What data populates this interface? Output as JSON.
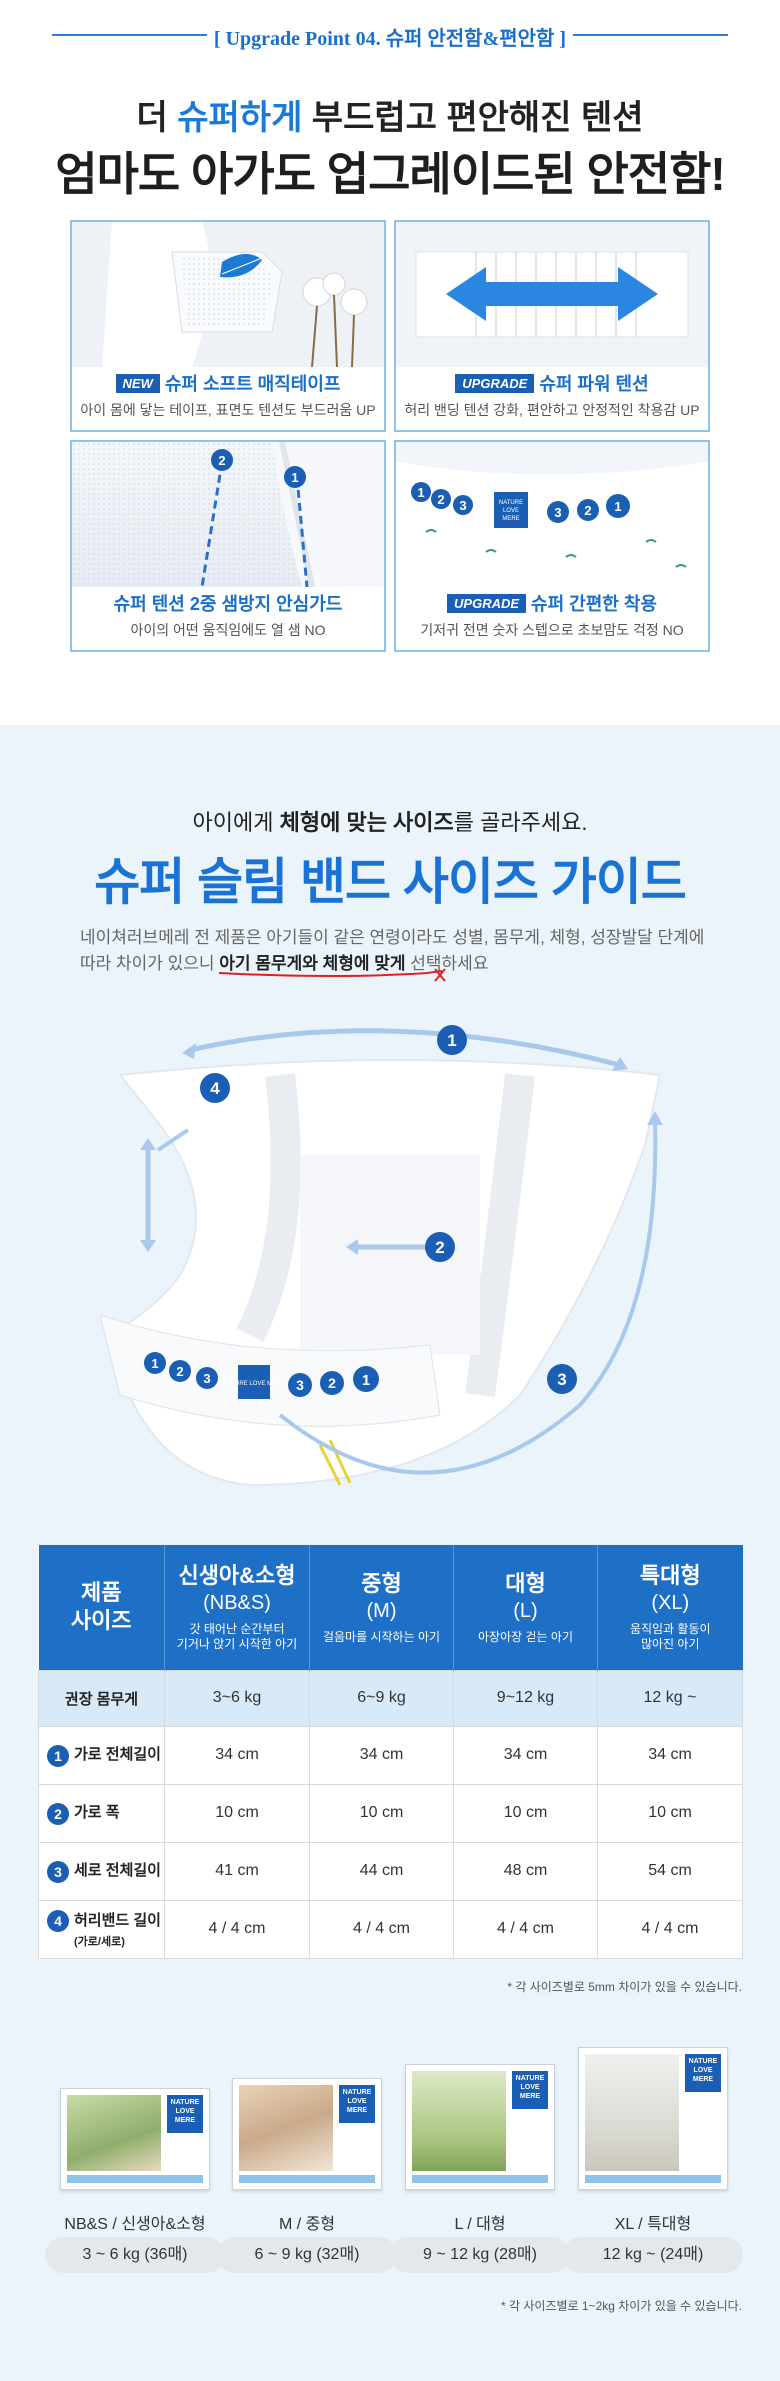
{
  "header": {
    "point_label": "[ Upgrade Point 04. 슈퍼 안전함&편안함 ]",
    "headline_pre": "더 ",
    "headline_accent": "슈퍼하게",
    "headline_post": " 부드럽고 편안해진 텐션",
    "headline_main": "엄마도 아가도 업그레이드된 안전함!"
  },
  "features": [
    {
      "badge": "NEW",
      "title": "슈퍼 소프트 매직테이프",
      "sub": "아이 몸에 닿는 테이프, 표면도 텐션도 부드러움 UP"
    },
    {
      "badge": "UPGRADE",
      "title": "슈퍼 파워 텐션",
      "sub": "허리 밴딩 텐션 강화, 편안하고 안정적인 착용감 UP"
    },
    {
      "badge": "",
      "title": "슈퍼 텐션 2중 샘방지 안심가드",
      "sub": "아이의 어떤 움직임에도 열 샘 NO"
    },
    {
      "badge": "UPGRADE",
      "title": "슈퍼 간편한 착용",
      "sub": "기저귀 전면 숫자 스텝으로 초보맘도 걱정 NO"
    }
  ],
  "guide": {
    "intro_pre": "아이에게 ",
    "intro_bold": "체형에 맞는 사이즈",
    "intro_post": "를 골라주세요.",
    "title": "슈퍼 슬림 밴드 사이즈 가이드",
    "desc_line1": "네이쳐러브메레 전 제품은 아기들이 같은 연령이라도 성별, 몸무게, 체형, 성장발달 단계에",
    "desc_line2_pre": "따라 차이가 있으니 ",
    "desc_line2_bold": "아기 몸무게와 체형에 맞게",
    "desc_line2_post": " 선택하세요",
    "diagram_numbers": [
      "1",
      "2",
      "3",
      "4"
    ],
    "diaper_step_numbers": [
      "1",
      "2",
      "3",
      "3",
      "2",
      "1"
    ],
    "logo_text": "NATURE LOVE MERE"
  },
  "table": {
    "corner_line1": "제품",
    "corner_line2": "사이즈",
    "columns": [
      {
        "name": "신생아&소형",
        "code": "(NB&S)",
        "desc_line1": "갓 태어난 순간부터",
        "desc_line2": "기거나 앉기 시작한 아기"
      },
      {
        "name": "중형",
        "code": "(M)",
        "desc_line1": "걸음마를 시작하는 아기",
        "desc_line2": ""
      },
      {
        "name": "대형",
        "code": "(L)",
        "desc_line1": "아장아장 걷는 아기",
        "desc_line2": ""
      },
      {
        "name": "특대형",
        "code": "(XL)",
        "desc_line1": "움직임과 활동이",
        "desc_line2": "많아진 아기"
      }
    ],
    "weight_label": "권장 몸무게",
    "weights": [
      "3~6 kg",
      "6~9 kg",
      "9~12 kg",
      "12 kg ~"
    ],
    "rows": [
      {
        "num": "1",
        "label": "가로 전체길이",
        "sub": "",
        "values": [
          "34 cm",
          "34 cm",
          "34 cm",
          "34 cm"
        ]
      },
      {
        "num": "2",
        "label": "가로 폭",
        "sub": "",
        "values": [
          "10 cm",
          "10 cm",
          "10 cm",
          "10 cm"
        ]
      },
      {
        "num": "3",
        "label": "세로 전체길이",
        "sub": "",
        "values": [
          "41 cm",
          "44 cm",
          "48 cm",
          "54 cm"
        ]
      },
      {
        "num": "4",
        "label": "허리밴드 길이",
        "sub": "(가로/세로)",
        "values": [
          "4 / 4 cm",
          "4 / 4 cm",
          "4 / 4 cm",
          "4 / 4 cm"
        ]
      }
    ],
    "note": "* 각 사이즈별로 5mm 차이가 있을 수 있습니다."
  },
  "products": [
    {
      "label": "NB&S / 신생아&소형",
      "pill": "3 ~ 6 kg (36매)"
    },
    {
      "label": "M / 중형",
      "pill": "6 ~ 9 kg (32매)"
    },
    {
      "label": "L / 대형",
      "pill": "9 ~ 12 kg (28매)"
    },
    {
      "label": "XL / 특대형",
      "pill": "12 kg ~ (24매)"
    }
  ],
  "products_note": "* 각 사이즈별로 1~2kg 차이가 있을 수 있습니다.",
  "colors": {
    "brand_blue": "#1a73d4",
    "table_header": "#1e6fc6",
    "light_bg": "#ebf4fb",
    "weight_row": "#d8eaf8"
  }
}
